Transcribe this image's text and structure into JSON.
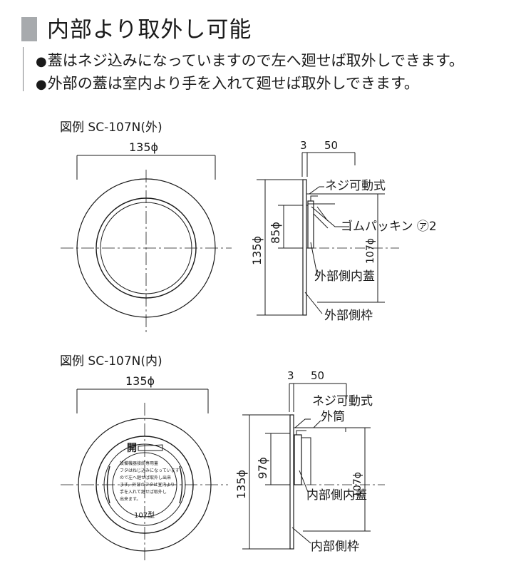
{
  "header": {
    "title": "内部より取外し可能",
    "bullet_mark": "●",
    "notes": [
      "蓋はネジ込みになっていますので左へ廻せば取外しできます。",
      "外部の蓋は室内より手を入れて廻せば取外しできます。"
    ]
  },
  "figure_outer": {
    "label": "図例 SC-107N(外)",
    "dim_front": "135ϕ",
    "dim_3": "3",
    "dim_50": "50",
    "dim_135": "135ϕ",
    "dim_85": "85ϕ",
    "dim_107": "107ϕ",
    "callout_screw": "ネジ可動式",
    "callout_gasket": "ゴムパッキン ㋐2",
    "callout_inner_lid": "外部側内蓋",
    "callout_frame": "外部側枠"
  },
  "figure_inner": {
    "label": "図例 SC-107N(内)",
    "dim_front": "135ϕ",
    "dim_3": "3",
    "dim_50": "50",
    "dim_135": "135ϕ",
    "dim_97": "97ϕ",
    "dim_107": "107ϕ",
    "callout_screw": "ネジ可動式",
    "callout_tube": "外筒",
    "callout_inner_lid": "内部側内蓋",
    "callout_frame": "内部側枠",
    "cap_open": "開",
    "cap_model": "107型",
    "cap_text_lines": [
      "設備機器接続専用蓋",
      "フタはねじ込みになっています",
      "ので左へ廻せば取外し出来",
      "ます。外部のフタは室内より",
      "手を入れて廻せば取外し",
      "出来ます。"
    ]
  }
}
